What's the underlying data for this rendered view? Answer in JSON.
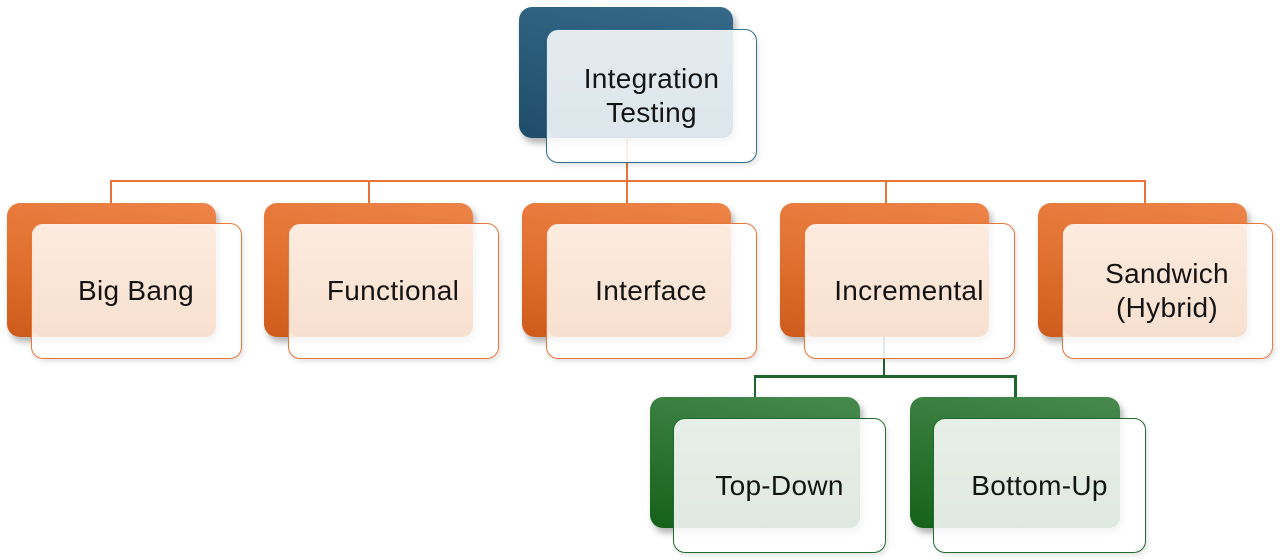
{
  "diagram": {
    "title_node": {
      "label": "Integration Testing"
    },
    "level1": [
      {
        "label": "Big Bang"
      },
      {
        "label": "Functional"
      },
      {
        "label": "Interface"
      },
      {
        "label": "Incremental"
      },
      {
        "label": "Sandwich (Hybrid)"
      }
    ],
    "level2": [
      {
        "label": "Top-Down"
      },
      {
        "label": "Bottom-Up"
      }
    ]
  },
  "colors": {
    "text_color": "#141414",
    "blue_shadow_top": "#36688A",
    "blue_shadow_bottom": "#1F4D68",
    "blue_border": "#2E6D8E",
    "blue_tint_top": "#E4EBEF",
    "blue_tint_bottom": "#DCE6EC",
    "orange_shadow_top": "#EE8449",
    "orange_shadow_bottom": "#CE5B1B",
    "orange_border": "#E8763B",
    "orange_line": "#E8743A",
    "orange_tint_top": "#FCEBDE",
    "orange_tint_bottom": "#F8E0CF",
    "green_shadow_top": "#478A4E",
    "green_shadow_bottom": "#156119",
    "green_border": "#1F6B2D",
    "green_line": "#1E652B",
    "green_tint_top": "#E8EEE8",
    "green_tint_bottom": "#DFE9E1"
  }
}
